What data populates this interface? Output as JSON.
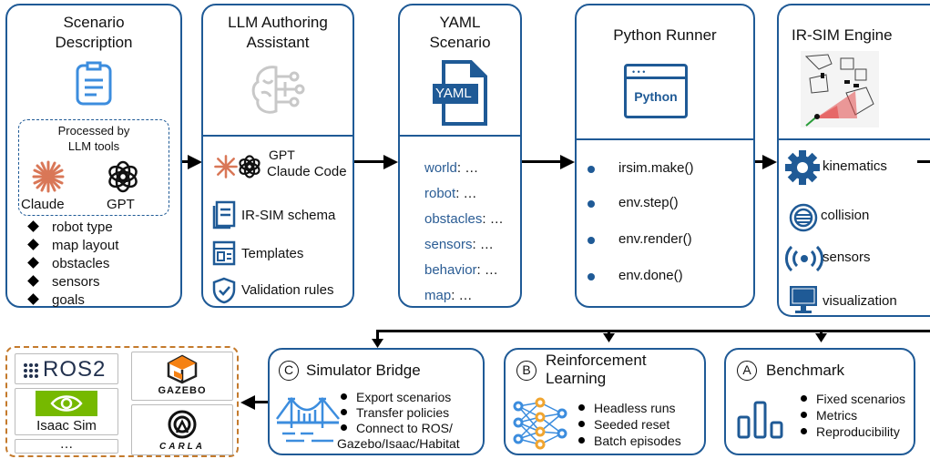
{
  "scenario": {
    "title_line1": "Scenario",
    "title_line2": "Description",
    "processed_line1": "Processed by",
    "processed_line2": "LLM tools",
    "claude": "Claude",
    "gpt": "GPT",
    "bullets": [
      "robot type",
      "map layout",
      "obstacles",
      "sensors",
      "goals"
    ]
  },
  "llm": {
    "title_line1": "LLM Authoring",
    "title_line2": "Assistant",
    "tool_line1": "GPT",
    "tool_line2": "Claude Code",
    "items": [
      "IR-SIM schema",
      "Templates",
      "Validation rules"
    ]
  },
  "yaml": {
    "title_line1": "YAML",
    "title_line2": "Scenario",
    "icon_label": "YAML",
    "keys": [
      "world",
      "robot",
      "obstacles",
      "sensors",
      "behavior",
      "map"
    ],
    "suffix": ": …"
  },
  "python": {
    "title": "Python Runner",
    "icon_label": "Python",
    "icon_dots": "• • •",
    "calls": [
      "irsim.make()",
      "env.step()",
      "env.render()",
      "env.done()"
    ]
  },
  "irsim": {
    "title": "IR-SIM Engine",
    "items": [
      "kinematics",
      "collision",
      "sensors",
      "visualization"
    ]
  },
  "bridge": {
    "badge": "C",
    "title": "Simulator Bridge",
    "bullets": [
      "Export scenarios",
      "Transfer policies",
      "Connect to ROS/"
    ],
    "last_line": "Gazebo/Isaac/Habitat"
  },
  "rl": {
    "badge": "B",
    "title_line1": "Reinforcement",
    "title_line2": "Learning",
    "bullets": [
      "Headless runs",
      "Seeded reset",
      "Batch episodes"
    ]
  },
  "bench": {
    "badge": "A",
    "title": "Benchmark",
    "bullets": [
      "Fixed scenarios",
      "Metrics",
      "Reproducibility"
    ]
  },
  "sims": {
    "ros2": "ROS2",
    "isaac": "Isaac Sim",
    "more": "…",
    "gazebo": "GAZEBO",
    "carla": "CARLA"
  },
  "colors": {
    "border": "#1f5a96",
    "accent_blue": "#3c8dde",
    "claude_orange": "#d97757",
    "nvidia_green": "#76b900",
    "dashed_orange": "#c47a2c"
  }
}
